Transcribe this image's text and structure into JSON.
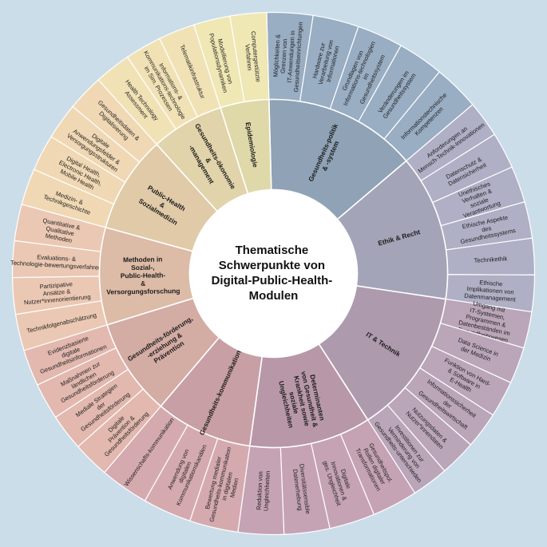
{
  "title_lines": [
    "Thematische",
    "Schwerpunkte von",
    "Digital-Public-Health-",
    "Modulen"
  ],
  "colors": {
    "background": "#cbdde9",
    "separator": "#ffffff",
    "center": "#ffffff"
  },
  "categories": [
    {
      "label": "Gesundheits-politik & -system",
      "color": "#8fa2b6",
      "span": 6.3,
      "children": [
        "Möglichkeiten & Grenzen von IT-Anwendungen in Gesundheitseinrichtungen",
        "Hardware zur Verarbeitung von Informationen",
        "Grundlagen von Informations-technologien im Gesundheitssystem",
        "Veränderungen im Gesundheitssystem",
        "Informationstechnische Kompetenzen"
      ]
    },
    {
      "label": "Ethik & Recht",
      "color": "#a4a4b8",
      "span": 6,
      "children": [
        "Anforderungen an Mensch-Technik-Innovationen",
        "Datenschutz & Datensicherheit",
        "Unethisches Verhalten & soziale Verantwortung",
        "Ethische Aspekte des Gesundheitssystems",
        "Technikethik",
        "Ethische Implikationen von Datenmanagement"
      ]
    },
    {
      "label": "IT & Technik",
      "color": "#ae9aad",
      "span": 6,
      "children": [
        "Umgang mit IT-Systemen, Programmen & Datenbeständen im Gesundheitswesen",
        "Data Science in der Medizin",
        "Funktion von Hard- & Software in E-Health",
        "Informationssicherheit der Gesundheitswirtschaft",
        "Nutzungsdaten & Nutzer*innendaten",
        "Investitionen zur Verminderung von Gesundheits-unterschieden"
      ]
    },
    {
      "label": "Determinanten von Gesundheit & Krankheit sowie soziale Ungleichheiten",
      "color": "#b898a8",
      "span": 5,
      "children": [
        "Gesundheitspol. Rollen digitaler Transformationen",
        "Digitale Innovationen & ges. Ungleichheit",
        "Diversitätssensible Datenerhebung",
        "Reduktion von Ungleichheiten"
      ]
    },
    {
      "label": "Gesundheits-kommunikation",
      "color": "#c79fa4",
      "span": 4,
      "children": [
        "Bewertung medialer Gesundheits-kommunikation in digitalen Medien",
        "Anwendung von digitalen Kommunikationskanälen",
        "Wissenschafts-kommunikation"
      ]
    },
    {
      "label": "Gesundheits-förderung, -erziehung & Prävention",
      "color": "#d3aca4",
      "span": 4,
      "children": [
        "Digitale Prävention & Gesundheitsförderung",
        "Mediale Strategien der Gesundheitsförderung",
        "Maßnahmen zur ländlichen Gesundheitsförderung",
        "Evidenzbasierte digitale Gesundheitsinformationen"
      ]
    },
    {
      "label": "Methoden in Sozial-, Public-Health- & Versorgungsforschung",
      "color": "#dcbba7",
      "span": 4,
      "children": [
        "Technikfolgenabschätzung",
        "Partizipative Ansätze & Nutzer*innenorientierung",
        "Evaluations- & Technologie-bewertungsverfahren",
        "Quantitative & Qualitative Methoden"
      ]
    },
    {
      "label": "Public-Health & Sozialmedizin",
      "color": "#e0caa8",
      "span": 4,
      "children": [
        "Medizin- & Technikgeschichte",
        "Digital Health, Electronic Health, Mobile Health",
        "Digitale Anwendungsfelder & Versorgungsstrukturen",
        "Gesundheitsdaten & Digitalisierung"
      ]
    },
    {
      "label": "Gesundheits-ökonomie & -management",
      "color": "#e1d3aa",
      "span": 3,
      "children": [
        "Health Technology Assessment",
        "Informations- & Kommunikations-technologie im Sim. Prozessen",
        "Telematikinfrastruktur"
      ]
    },
    {
      "label": "Epidemiologie",
      "color": "#dfd8a8",
      "span": 2,
      "children": [
        "Modellierung von Populationsdynamiken",
        "Computergestützte Verfahren"
      ]
    }
  ]
}
